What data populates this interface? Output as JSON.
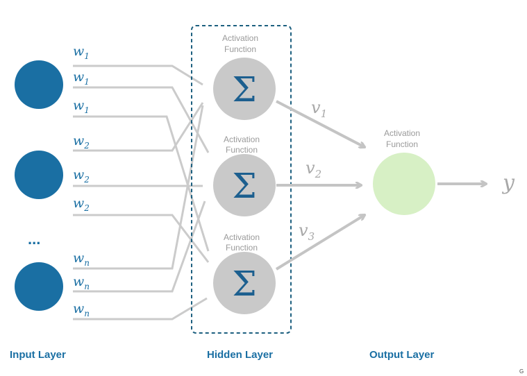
{
  "input_layer": {
    "label": "Input Layer",
    "ellipsis": "...",
    "weights": [
      {
        "base": "w",
        "sub": "1"
      },
      {
        "base": "w",
        "sub": "1"
      },
      {
        "base": "w",
        "sub": "1"
      },
      {
        "base": "w",
        "sub": "2"
      },
      {
        "base": "w",
        "sub": "2"
      },
      {
        "base": "w",
        "sub": "2"
      },
      {
        "base": "w",
        "sub": "n"
      },
      {
        "base": "w",
        "sub": "n"
      },
      {
        "base": "w",
        "sub": "n"
      }
    ]
  },
  "hidden_layer": {
    "label": "Hidden Layer",
    "nodes": [
      {
        "symbol": "Σ",
        "caption_line1": "Activation",
        "caption_line2": "Function"
      },
      {
        "symbol": "Σ",
        "caption_line1": "Activation",
        "caption_line2": "Function"
      },
      {
        "symbol": "Σ",
        "caption_line1": "Activation",
        "caption_line2": "Function"
      }
    ]
  },
  "output_layer": {
    "label": "Output Layer",
    "caption_line1": "Activation",
    "caption_line2": "Function",
    "output_symbol": "y"
  },
  "output_weights": [
    {
      "base": "v",
      "sub": "1"
    },
    {
      "base": "v",
      "sub": "2"
    },
    {
      "base": "v",
      "sub": "3"
    }
  ],
  "corner_mark": "G",
  "colors": {
    "input_node": "#1a6fa3",
    "hidden_node": "#c9c9c9",
    "output_node": "#d7f0c5",
    "connection": "#c4c4c4",
    "dashed_box": "#1c5f7f",
    "label_text": "#1a6fa3"
  }
}
